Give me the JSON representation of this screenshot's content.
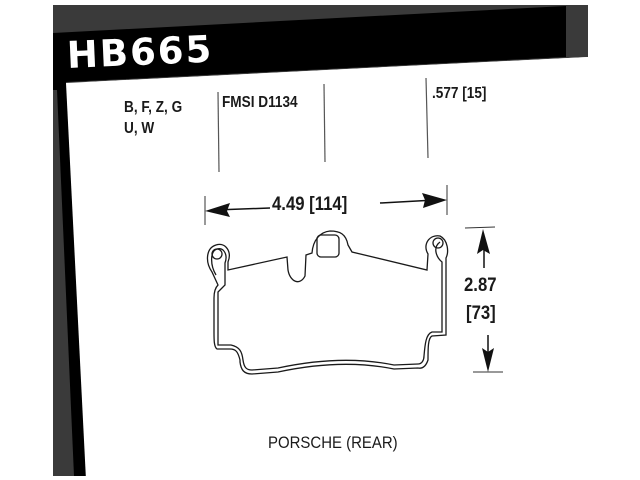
{
  "header": {
    "part_number": "HB665"
  },
  "specs": {
    "compounds_line1": "B, F, Z, G",
    "compounds_line2": "U, W",
    "fmsi": "FMSI D1134",
    "thickness": ".577 [15]"
  },
  "dimensions": {
    "width": "4.49 [114]",
    "height_in": "2.87",
    "height_mm": "[73]"
  },
  "caption": "PORSCHE (REAR)",
  "colors": {
    "frame_dark": "#3a3a3a",
    "frame_black": "#000000",
    "line": "#1a1a1a",
    "paper": "#ffffff"
  }
}
